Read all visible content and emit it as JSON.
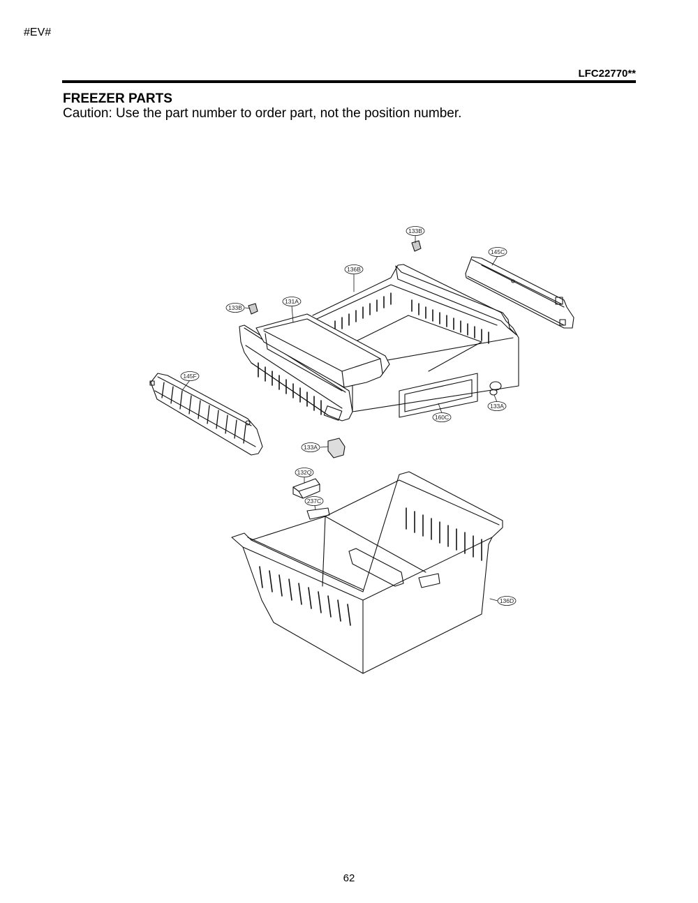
{
  "header": {
    "corner_tag": "#EV#",
    "model": "LFC22770**"
  },
  "section": {
    "title": "FREEZER PARTS",
    "caution": "Caution: Use the part number to order part, not the position number."
  },
  "callouts": {
    "c133b_top": "133B",
    "c145c": "145C",
    "c136b": "136B",
    "c131a": "131A",
    "c133b_left": "133B",
    "c145f": "145F",
    "c133a_right": "133A",
    "c160c": "160C",
    "c133a_bottom": "133A",
    "c132q": "132Q",
    "c237c": "237C",
    "c136d": "136D"
  },
  "footer": {
    "page_number": "62"
  }
}
